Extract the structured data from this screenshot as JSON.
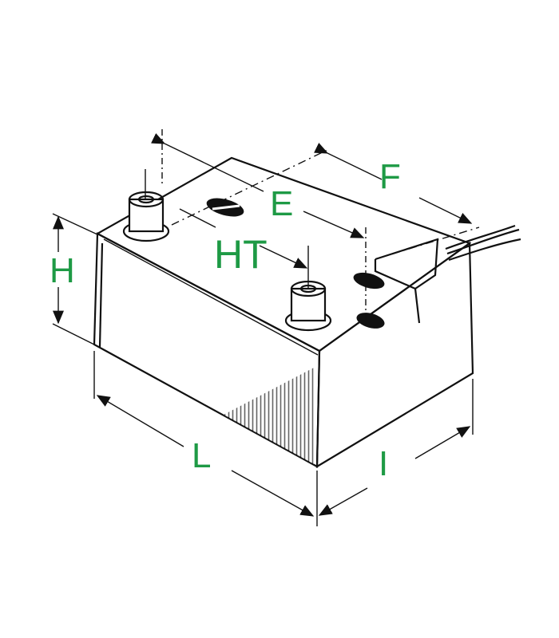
{
  "diagram": {
    "labels": {
      "F": "F",
      "E": "E",
      "HT": "HT",
      "H": "H",
      "L": "L",
      "I": "I"
    },
    "label_color": "#1e9a45",
    "line_color": "#111111"
  }
}
